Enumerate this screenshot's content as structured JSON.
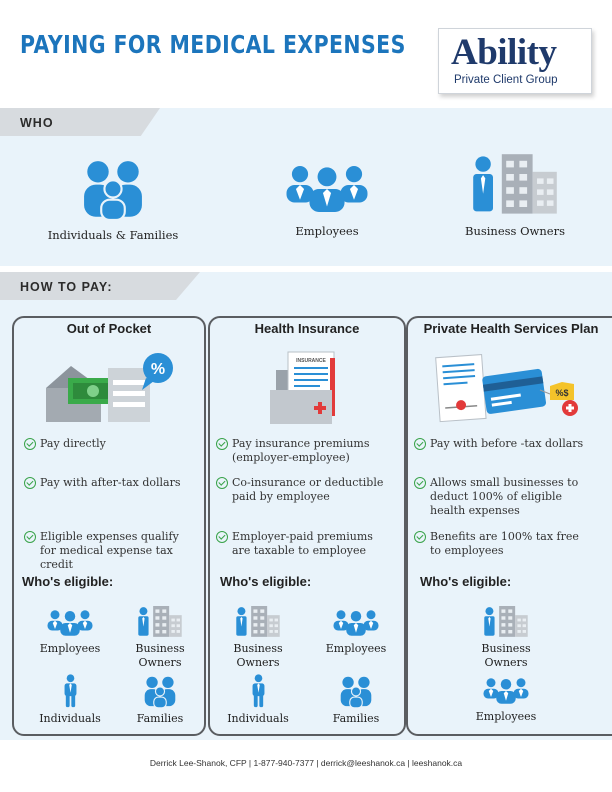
{
  "title": "PAYING FOR MEDICAL EXPENSES",
  "logo": {
    "name": "Ability",
    "subtitle": "Private Client Group"
  },
  "who": {
    "label": "WHO",
    "items": [
      "Individuals & Families",
      "Employees",
      "Business Owners"
    ]
  },
  "how": {
    "label": "HOW TO PAY:",
    "cards": [
      {
        "title": "Out of Pocket",
        "benefits": [
          [
            "Pay directly"
          ],
          [
            "Pay with after-tax dollars"
          ],
          [
            "Eligible expenses qualify",
            "for medical expense tax",
            "credit"
          ]
        ],
        "eligible_label": "Who's eligible:",
        "eligible": [
          [
            "Employees"
          ],
          [
            "Business",
            "Owners"
          ],
          [
            "Individuals"
          ],
          [
            "Families"
          ]
        ]
      },
      {
        "title": "Health Insurance",
        "benefits": [
          [
            "Pay insurance premiums",
            "(employer-employee)"
          ],
          [
            "Co-insurance or deductible",
            "paid by employee"
          ],
          [
            "Employer-paid premiums",
            "are taxable to employee"
          ]
        ],
        "eligible_label": "Who's eligible:",
        "eligible": [
          [
            "Business",
            "Owners"
          ],
          [
            "Employees"
          ],
          [
            "Individuals"
          ],
          [
            "Families"
          ]
        ]
      },
      {
        "title": "Private Health Services Plan",
        "benefits": [
          [
            "Pay with before -tax dollars"
          ],
          [
            "Allows small businesses to",
            "deduct 100% of eligible",
            "health expenses"
          ],
          [
            "Benefits are 100% tax free",
            "to employees"
          ]
        ],
        "eligible_label": "Who's eligible:",
        "eligible": [
          [
            "Business",
            "Owners"
          ],
          [
            "Employees"
          ]
        ]
      }
    ]
  },
  "illustration_text": {
    "percent": "%",
    "insurance": "INSURANCE",
    "dollar": "%$"
  },
  "footer": "Derrick Lee-Shanok, CFP | 1-877-940-7377 | derrick@leeshanok.ca | leeshanok.ca",
  "colors": {
    "accent": "#1c75bc",
    "icon": "#2a8fd6",
    "check": "#39a34a",
    "band": "#e9f3fa",
    "border": "#5a5d61"
  }
}
